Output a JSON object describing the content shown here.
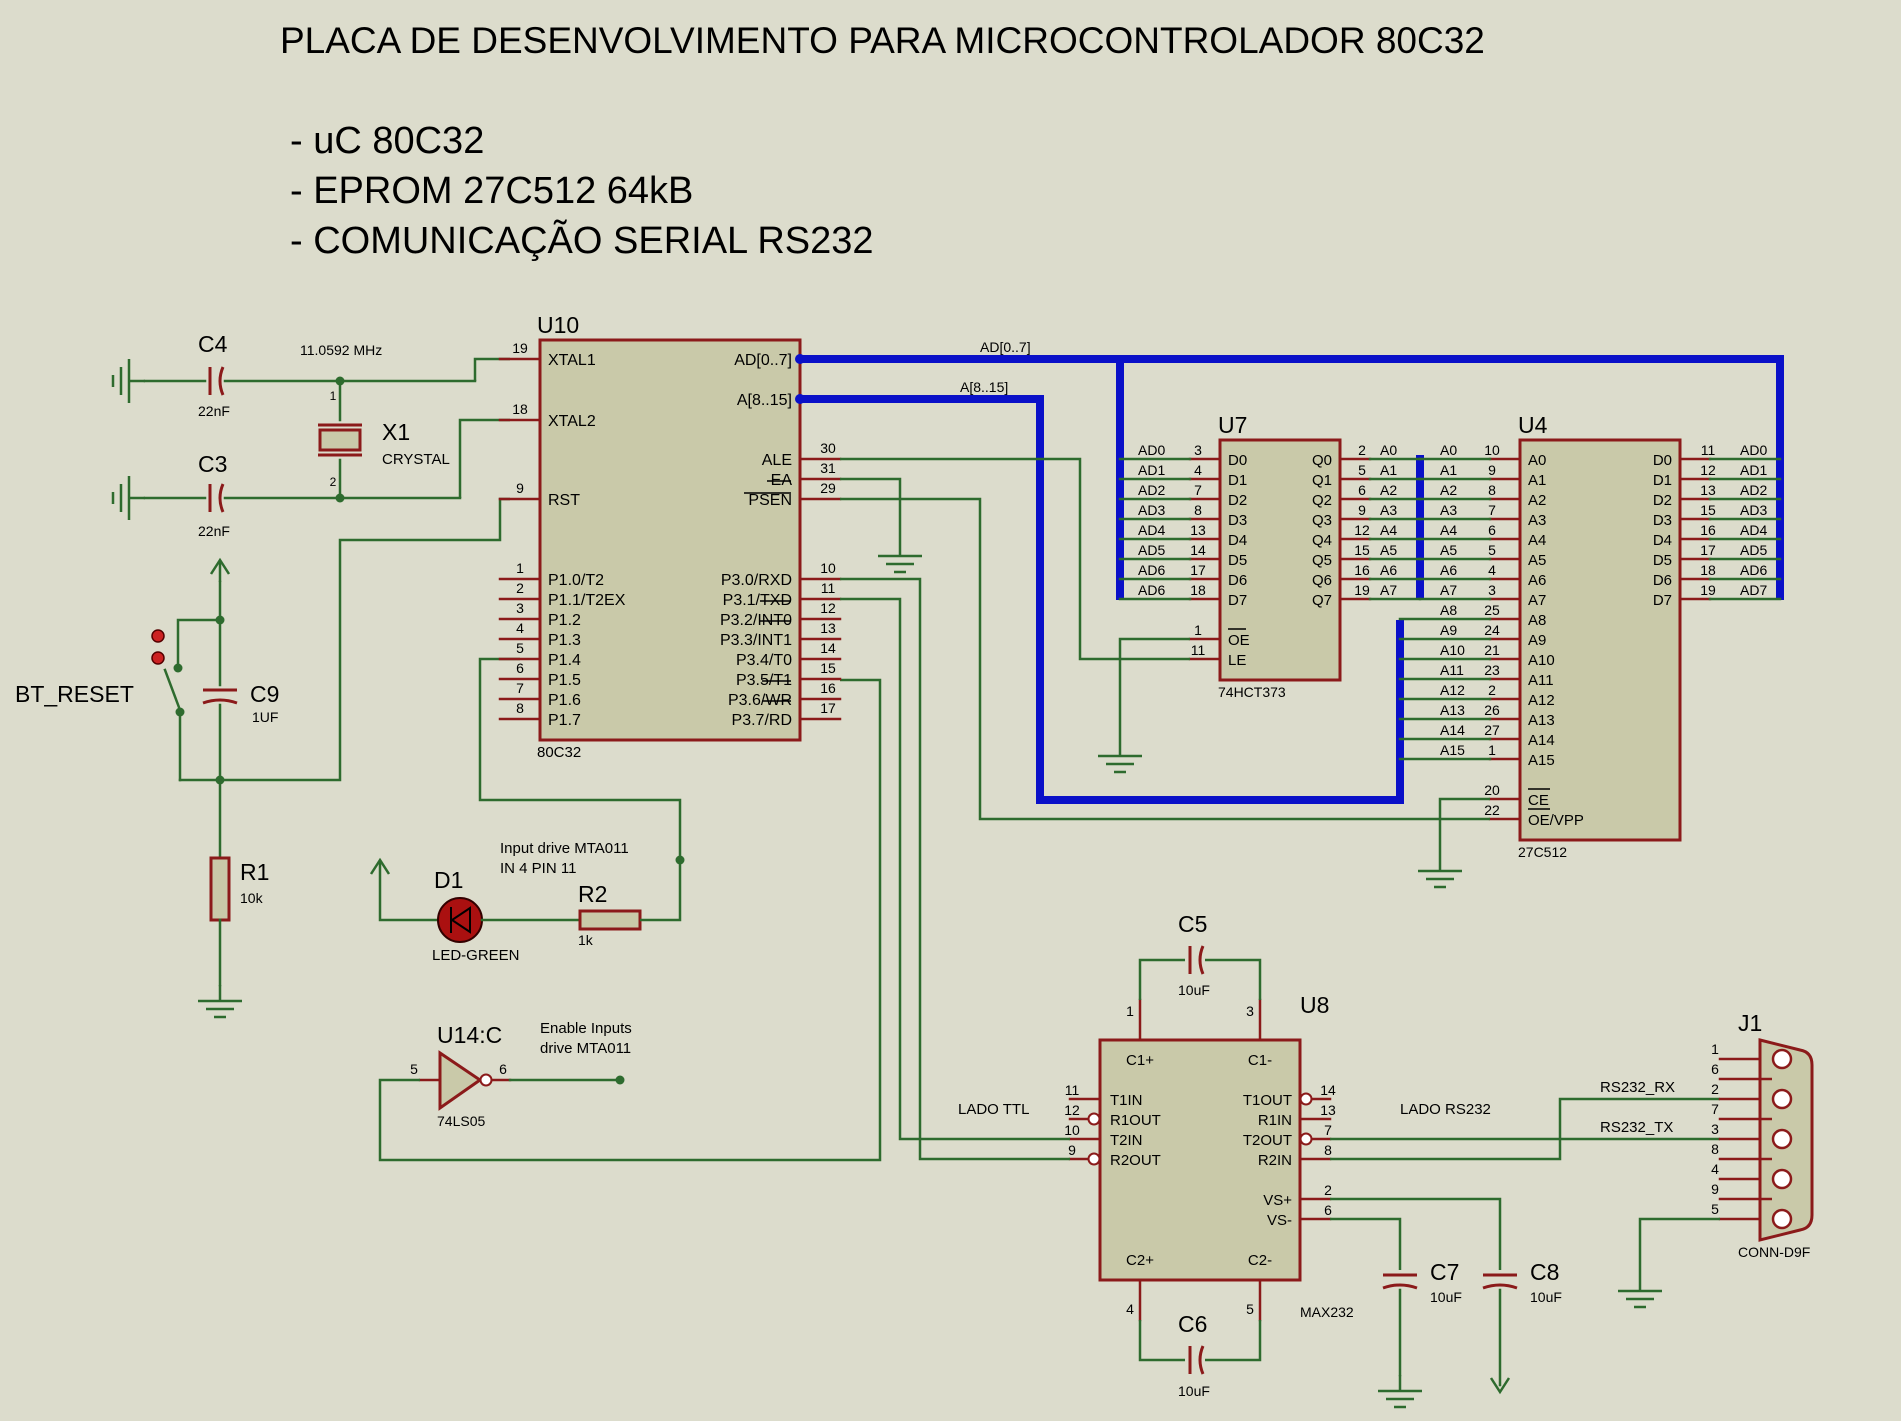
{
  "title": "PLACA DE DESENVOLVIMENTO PARA MICROCONTROLADOR 80C32",
  "bullets": [
    "- uC 80C32",
    "- EPROM 27C512 64kB",
    "- COMUNICAÇÃO SERIAL RS232"
  ],
  "colors": {
    "background": "#dcdccc",
    "wire": "#2e6b2e",
    "body": "#8b1a1a",
    "body_fill": "#c9c9a9",
    "bus": "#0a10c8",
    "text": "#000000"
  },
  "labels": {
    "xtal_freq": "11.0592 MHz",
    "bt_reset": "BT_RESET",
    "input_drive_1": "Input drive MTA011",
    "input_drive_2": "IN 4 PIN 11",
    "enable_1": "Enable Inputs",
    "enable_2": "drive MTA011",
    "lado_ttl": "LADO TTL",
    "lado_rs232": "LADO RS232",
    "rs232_rx": "RS232_RX",
    "rs232_tx": "RS232_TX",
    "bus_ad": "AD[0..7]",
    "bus_a": "A[8..15]"
  },
  "components": {
    "c4": {
      "ref": "C4",
      "value": "22nF"
    },
    "c3": {
      "ref": "C3",
      "value": "22nF"
    },
    "x1": {
      "ref": "X1",
      "value": "CRYSTAL"
    },
    "c9": {
      "ref": "C9",
      "value": "1UF"
    },
    "r1": {
      "ref": "R1",
      "value": "10k"
    },
    "d1": {
      "ref": "D1",
      "value": "LED-GREEN"
    },
    "r2": {
      "ref": "R2",
      "value": "1k"
    },
    "u14": {
      "ref": "U14:C",
      "value": "74LS05"
    },
    "u10": {
      "ref": "U10",
      "value": "80C32"
    },
    "u7": {
      "ref": "U7",
      "value": "74HCT373"
    },
    "u4": {
      "ref": "U4",
      "value": "27C512"
    },
    "u8": {
      "ref": "U8",
      "value": "MAX232"
    },
    "c5": {
      "ref": "C5",
      "value": "10uF"
    },
    "c6": {
      "ref": "C6",
      "value": "10uF"
    },
    "c7": {
      "ref": "C7",
      "value": "10uF"
    },
    "c8": {
      "ref": "C8",
      "value": "10uF"
    },
    "j1": {
      "ref": "J1",
      "value": "CONN-D9F"
    }
  },
  "u10": {
    "left": [
      {
        "n": "19",
        "l": "XTAL1"
      },
      {
        "n": "18",
        "l": "XTAL2"
      },
      {
        "n": "9",
        "l": "RST"
      },
      {
        "n": "1",
        "l": "P1.0/T2"
      },
      {
        "n": "2",
        "l": "P1.1/T2EX"
      },
      {
        "n": "3",
        "l": "P1.2"
      },
      {
        "n": "4",
        "l": "P1.3"
      },
      {
        "n": "5",
        "l": "P1.4"
      },
      {
        "n": "6",
        "l": "P1.5"
      },
      {
        "n": "7",
        "l": "P1.6"
      },
      {
        "n": "8",
        "l": "P1.7"
      }
    ],
    "right": [
      {
        "n": "",
        "l": "AD[0..7]"
      },
      {
        "n": "",
        "l": "A[8..15]"
      },
      {
        "n": "30",
        "l": "ALE"
      },
      {
        "n": "31",
        "l": "EA"
      },
      {
        "n": "29",
        "l": "PSEN"
      },
      {
        "n": "10",
        "l": "P3.0/RXD"
      },
      {
        "n": "11",
        "l": "P3.1/TXD"
      },
      {
        "n": "12",
        "l": "P3.2/INT0"
      },
      {
        "n": "13",
        "l": "P3.3/INT1"
      },
      {
        "n": "14",
        "l": "P3.4/T0"
      },
      {
        "n": "15",
        "l": "P3.5/T1"
      },
      {
        "n": "16",
        "l": "P3.6/WR"
      },
      {
        "n": "17",
        "l": "P3.7/RD"
      }
    ]
  },
  "u7": {
    "left": [
      {
        "n": "3",
        "l": "D0",
        "net": "AD0"
      },
      {
        "n": "4",
        "l": "D1",
        "net": "AD1"
      },
      {
        "n": "7",
        "l": "D2",
        "net": "AD2"
      },
      {
        "n": "8",
        "l": "D3",
        "net": "AD3"
      },
      {
        "n": "13",
        "l": "D4",
        "net": "AD4"
      },
      {
        "n": "14",
        "l": "D5",
        "net": "AD5"
      },
      {
        "n": "17",
        "l": "D6",
        "net": "AD6"
      },
      {
        "n": "18",
        "l": "D7",
        "net": "AD6"
      },
      {
        "n": "1",
        "l": "OE",
        "net": ""
      },
      {
        "n": "11",
        "l": "LE",
        "net": ""
      }
    ],
    "right": [
      {
        "n": "2",
        "l": "Q0",
        "net": "A0"
      },
      {
        "n": "5",
        "l": "Q1",
        "net": "A1"
      },
      {
        "n": "6",
        "l": "Q2",
        "net": "A2"
      },
      {
        "n": "9",
        "l": "Q3",
        "net": "A3"
      },
      {
        "n": "12",
        "l": "Q4",
        "net": "A4"
      },
      {
        "n": "15",
        "l": "Q5",
        "net": "A5"
      },
      {
        "n": "16",
        "l": "Q6",
        "net": "A6"
      },
      {
        "n": "19",
        "l": "Q7",
        "net": "A7"
      }
    ]
  },
  "u4": {
    "left": [
      {
        "n": "10",
        "l": "A0",
        "net": "A0"
      },
      {
        "n": "9",
        "l": "A1",
        "net": "A1"
      },
      {
        "n": "8",
        "l": "A2",
        "net": "A2"
      },
      {
        "n": "7",
        "l": "A3",
        "net": "A3"
      },
      {
        "n": "6",
        "l": "A4",
        "net": "A4"
      },
      {
        "n": "5",
        "l": "A5",
        "net": "A5"
      },
      {
        "n": "4",
        "l": "A6",
        "net": "A6"
      },
      {
        "n": "3",
        "l": "A7",
        "net": "A7"
      },
      {
        "n": "25",
        "l": "A8",
        "net": "A8"
      },
      {
        "n": "24",
        "l": "A9",
        "net": "A9"
      },
      {
        "n": "21",
        "l": "A10",
        "net": "A10"
      },
      {
        "n": "23",
        "l": "A11",
        "net": "A11"
      },
      {
        "n": "2",
        "l": "A12",
        "net": "A12"
      },
      {
        "n": "26",
        "l": "A13",
        "net": "A13"
      },
      {
        "n": "27",
        "l": "A14",
        "net": "A14"
      },
      {
        "n": "1",
        "l": "A15",
        "net": "A15"
      },
      {
        "n": "20",
        "l": "CE",
        "net": ""
      },
      {
        "n": "22",
        "l": "OE/VPP",
        "net": ""
      }
    ],
    "right": [
      {
        "n": "11",
        "l": "D0",
        "net": "AD0"
      },
      {
        "n": "12",
        "l": "D1",
        "net": "AD1"
      },
      {
        "n": "13",
        "l": "D2",
        "net": "AD2"
      },
      {
        "n": "15",
        "l": "D3",
        "net": "AD3"
      },
      {
        "n": "16",
        "l": "D4",
        "net": "AD4"
      },
      {
        "n": "17",
        "l": "D5",
        "net": "AD5"
      },
      {
        "n": "18",
        "l": "D6",
        "net": "AD6"
      },
      {
        "n": "19",
        "l": "D7",
        "net": "AD7"
      }
    ]
  },
  "u8": {
    "top": [
      {
        "n": "1",
        "l": "C1+"
      },
      {
        "n": "3",
        "l": "C1-"
      }
    ],
    "bottom": [
      {
        "n": "4",
        "l": "C2+"
      },
      {
        "n": "5",
        "l": "C2-"
      }
    ],
    "left": [
      {
        "n": "11",
        "l": "T1IN"
      },
      {
        "n": "12",
        "l": "R1OUT"
      },
      {
        "n": "10",
        "l": "T2IN"
      },
      {
        "n": "9",
        "l": "R2OUT"
      }
    ],
    "right": [
      {
        "n": "14",
        "l": "T1OUT"
      },
      {
        "n": "13",
        "l": "R1IN"
      },
      {
        "n": "7",
        "l": "T2OUT"
      },
      {
        "n": "8",
        "l": "R2IN"
      },
      {
        "n": "2",
        "l": "VS+"
      },
      {
        "n": "6",
        "l": "VS-"
      }
    ]
  },
  "j1_pins": [
    "1",
    "6",
    "2",
    "7",
    "3",
    "8",
    "4",
    "9",
    "5"
  ],
  "u14_pins": {
    "in": "5",
    "out": "6"
  },
  "x1_pins": {
    "a": "1",
    "b": "2"
  }
}
